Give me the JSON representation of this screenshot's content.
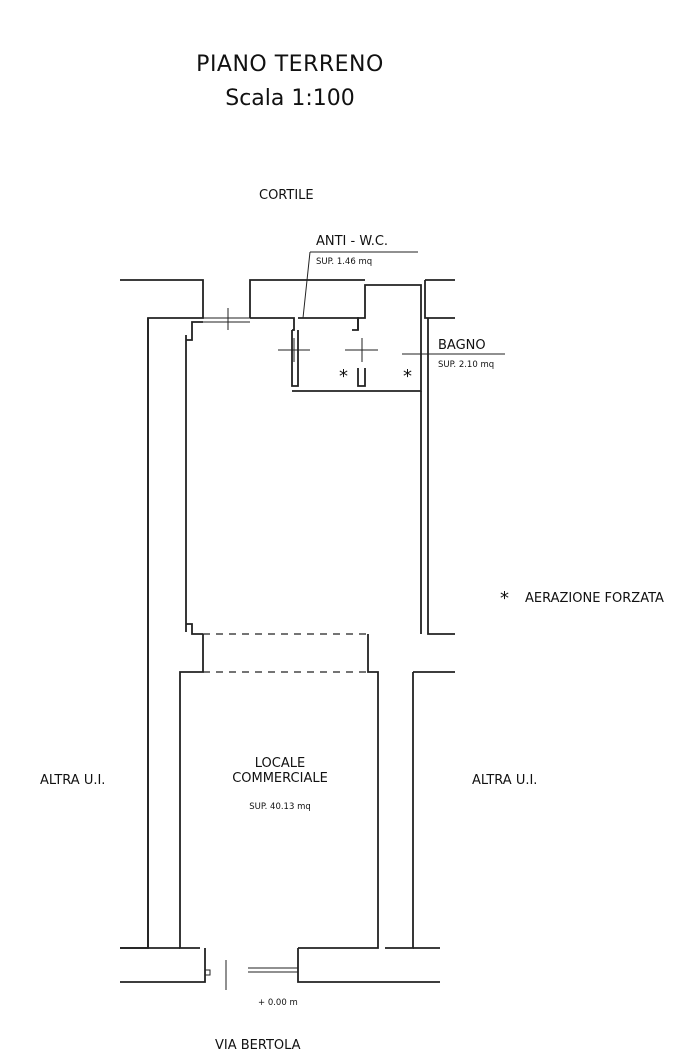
{
  "header": {
    "title": "PIANO TERRENO",
    "scale": "Scala 1:100"
  },
  "labels": {
    "courtyard": "CORTILE",
    "antechamber": "ANTI - W.C.",
    "antechamber_area": "SUP. 1.46 mq",
    "bathroom": "BAGNO",
    "bathroom_area": "SUP. 2.10 mq",
    "shop_line1": "LOCALE",
    "shop_line2": "COMMERCIALE",
    "shop_area": "SUP. 40.13 mq",
    "neighbor_left": "ALTRA U.I.",
    "neighbor_right": "ALTRA U.I.",
    "elevation": "+ 0.00 m",
    "street": "VIA BERTOLA"
  },
  "legend": {
    "symbol": "*",
    "text": "AERAZIONE FORZATA"
  },
  "colors": {
    "line": "#222222",
    "background": "#ffffff"
  }
}
